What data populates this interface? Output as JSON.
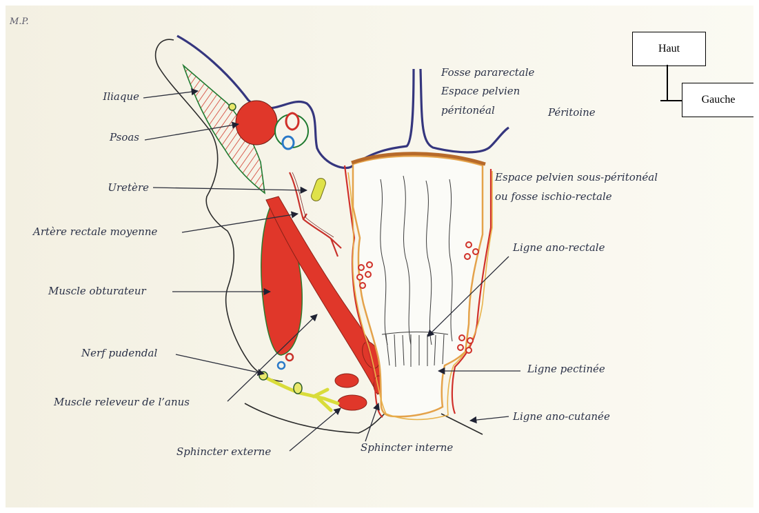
{
  "signature": "M.P.",
  "orientation": {
    "up": "Haut",
    "left": "Gauche"
  },
  "labels": {
    "iliaque": "Iliaque",
    "psoas": "Psoas",
    "uretere": "Uretère",
    "artere": "Artère rectale moyenne",
    "obturateur": "Muscle obturateur",
    "nerf": "Nerf pudendal",
    "releveur": "Muscle releveur de l’anus",
    "sph_externe": "Sphincter externe",
    "sph_interne": "Sphincter interne",
    "fosse_pararectale": "Fosse pararectale",
    "espace_peritoneal_1": "Espace pelvien",
    "espace_peritoneal_2": "péritonéal",
    "peritoine": "Péritoine",
    "sous_peritoneal_1": "Espace pelvien sous-péritonéal",
    "sous_peritoneal_2": "ou fosse ischio-rectale",
    "ano_rectale": "Ligne ano-rectale",
    "pectinee": "Ligne pectinée",
    "ano_cutanee": "Ligne ano-cutanée"
  },
  "colors": {
    "muscle": "#e0372a",
    "peritoneum": "#3b3b86",
    "rectal_wall": "#e8a24a",
    "artery": "#c8312b",
    "nerve": "#d9dc3a",
    "leader": "#3a3a3a"
  }
}
